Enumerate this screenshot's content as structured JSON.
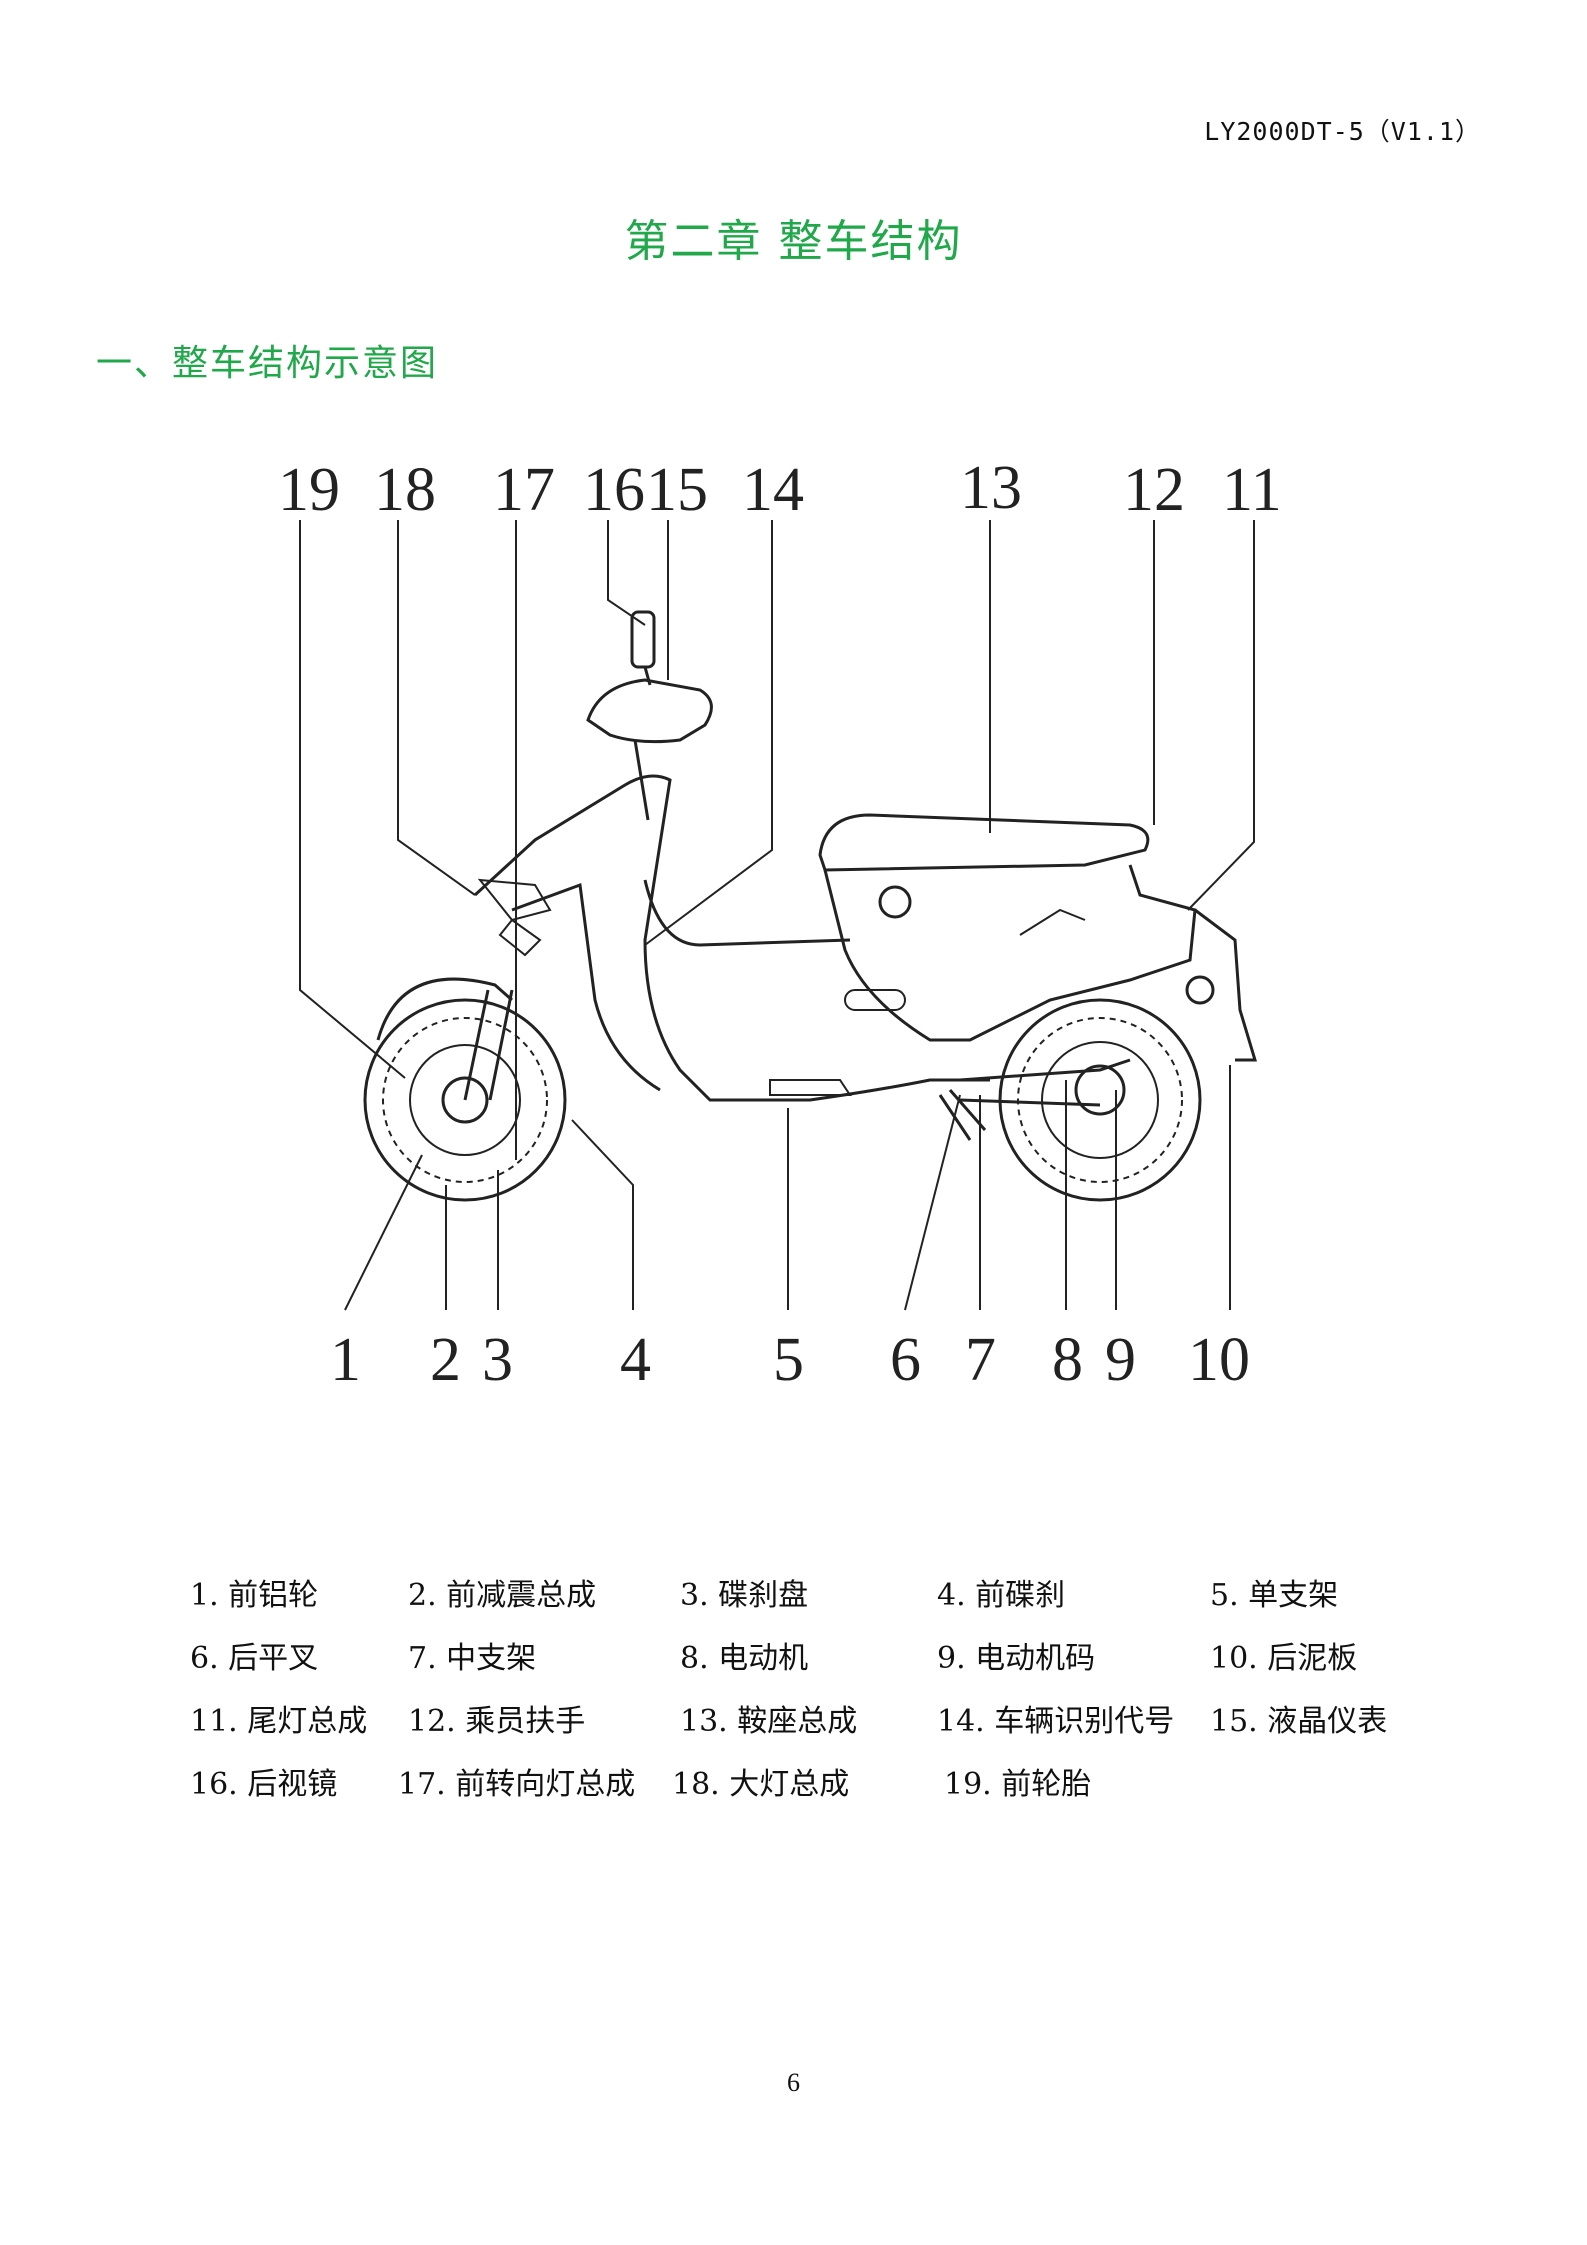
{
  "header": {
    "doc_code": "LY2000DT-5（V1.1）"
  },
  "chapter": {
    "title": "第二章  整车结构"
  },
  "section": {
    "title": "一、整车结构示意图"
  },
  "figure": {
    "top_callouts": [
      "19",
      "18",
      "17",
      "16",
      "15",
      "14",
      "13",
      "12",
      "11"
    ],
    "bottom_callouts": [
      "1",
      "2",
      "3",
      "4",
      "5",
      "6",
      "7",
      "8",
      "9",
      "10"
    ]
  },
  "legend": {
    "rows": [
      [
        "1.  前铝轮",
        "2. 前减震总成",
        "3. 碟刹盘",
        "4. 前碟刹",
        "5. 单支架"
      ],
      [
        "6.  后平叉",
        "7. 中支架",
        "8. 电动机",
        "9. 电动机码",
        "10. 后泥板"
      ],
      [
        "11.  尾灯总成",
        "12. 乘员扶手",
        "13. 鞍座总成",
        "14. 车辆识别代号",
        "15. 液晶仪表"
      ],
      [
        "16. 后视镜",
        "17. 前转向灯总成",
        "18. 大灯总成",
        "19. 前轮胎"
      ]
    ]
  },
  "footer": {
    "page_number": "6"
  }
}
